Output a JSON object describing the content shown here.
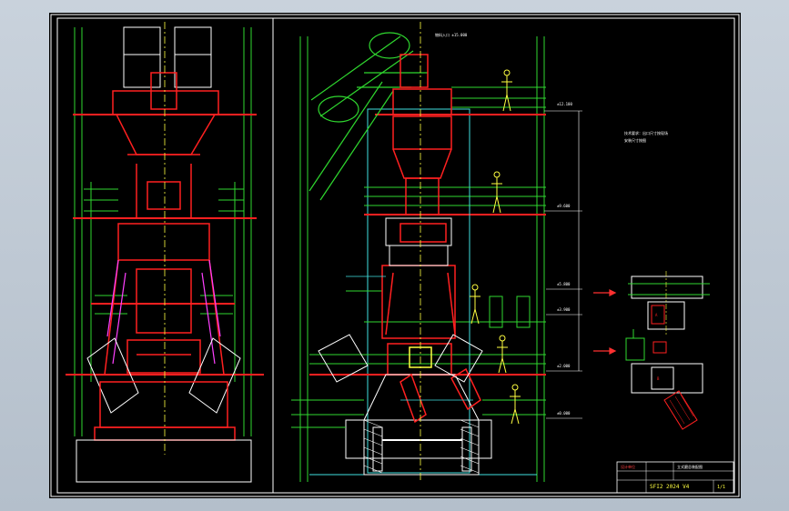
{
  "drawing": {
    "title_block": {
      "drawing_number": "SFI2 2024 V4",
      "sheet_info": "1/1",
      "company": "设计单位",
      "project_name": "立式磨总装配图"
    },
    "notes": [
      "技术要求：出口尺寸按现场",
      "安装尺寸按图"
    ],
    "leader_labels": [
      "±12.100",
      "±9.600",
      "±5.800",
      "±3.900",
      "±2.000",
      "±0.000"
    ],
    "detail_labels": [
      "A",
      "B"
    ],
    "top_note": "物料入口 ±15.000"
  },
  "colors": {
    "background": "#000000",
    "frame": "#ffffff",
    "equipment": "#ff2020",
    "structure": "#2fd82f",
    "centerline": "#ffff40",
    "dimension": "#40e0e0",
    "hydraulic": "#ff40ff",
    "people": "#ffff40",
    "arrow": "#ff3030"
  }
}
